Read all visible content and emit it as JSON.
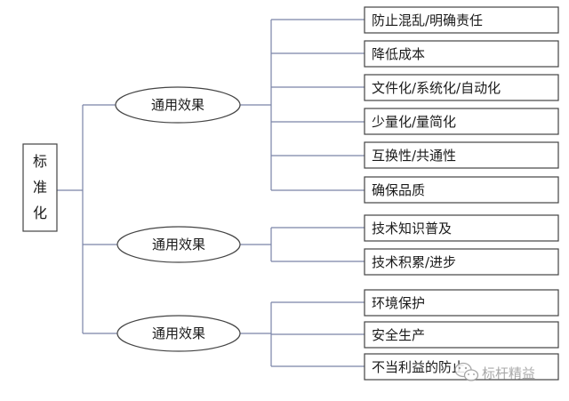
{
  "root": {
    "chars": [
      "标",
      "准",
      "化"
    ]
  },
  "groups": [
    {
      "label": "通用效果",
      "items": [
        "防止混乱/明确责任",
        "降低成本",
        "文件化/系统化/自动化",
        "少量化/量简化",
        "互换性/共通性",
        "确保品质"
      ]
    },
    {
      "label": "通用效果",
      "items": [
        "技术知识普及",
        "技术积累/进步"
      ]
    },
    {
      "label": "通用效果",
      "items": [
        "环境保护",
        "安全生产",
        "不当利益的防止"
      ]
    }
  ],
  "watermark": {
    "text": "标杆精益",
    "icon": "wechat-icon"
  },
  "colors": {
    "connector": "#7a84a8",
    "border": "#444444",
    "text": "#1a1a1a",
    "watermark": "#9a9a9a"
  }
}
